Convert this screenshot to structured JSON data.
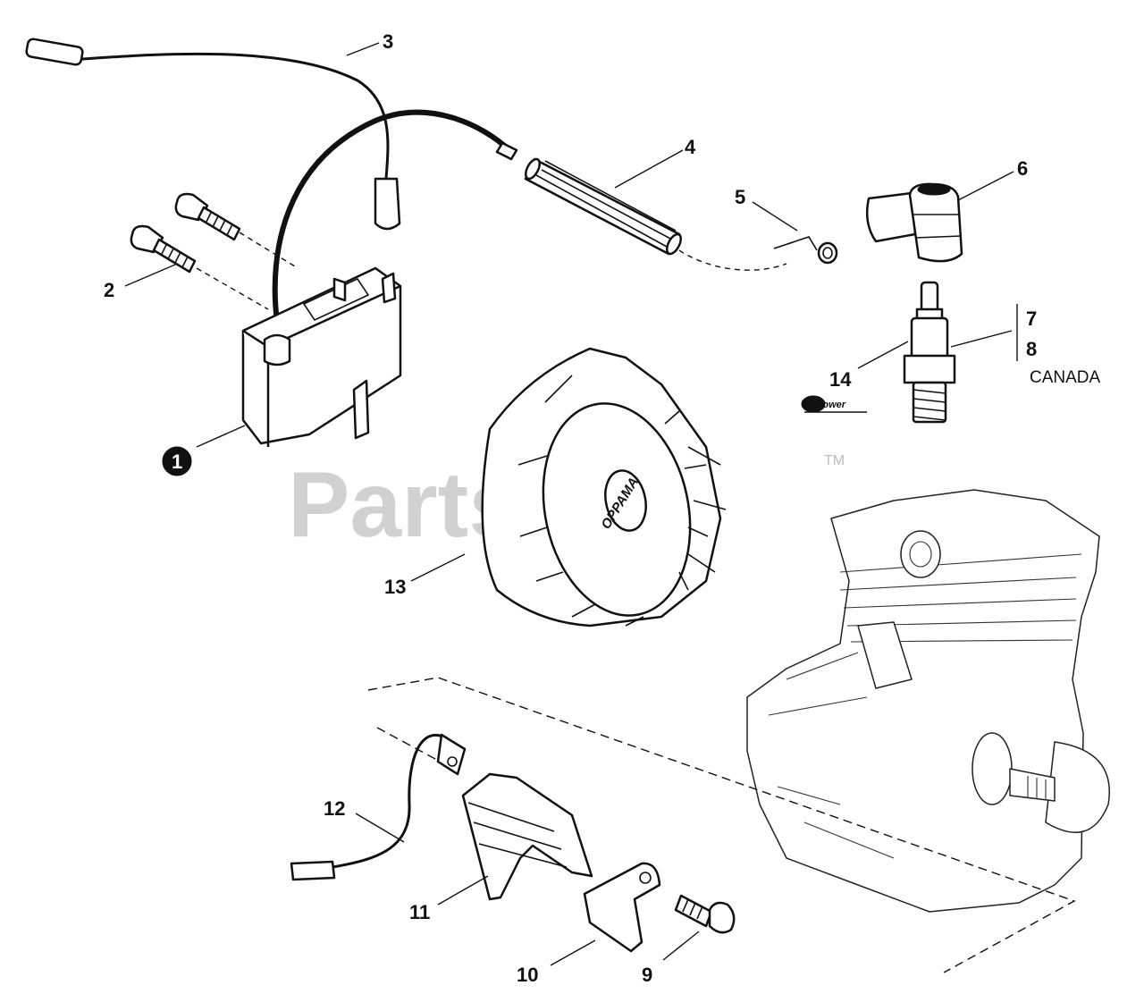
{
  "watermark": {
    "text": "PartsTree",
    "trademark": "TM"
  },
  "callouts": {
    "c1": "1",
    "c2": "2",
    "c3": "3",
    "c4": "4",
    "c5": "5",
    "c6": "6",
    "c7": "7",
    "c8": "8",
    "c9": "9",
    "c10": "10",
    "c11": "11",
    "c12": "12",
    "c13": "13",
    "c14": "14"
  },
  "region_label": "CANADA",
  "logos": {
    "repower": "RePower",
    "flywheel_emboss": "OPPAMA"
  },
  "colors": {
    "line": "#111111",
    "watermark": "#c9c9c9",
    "background": "#ffffff"
  }
}
